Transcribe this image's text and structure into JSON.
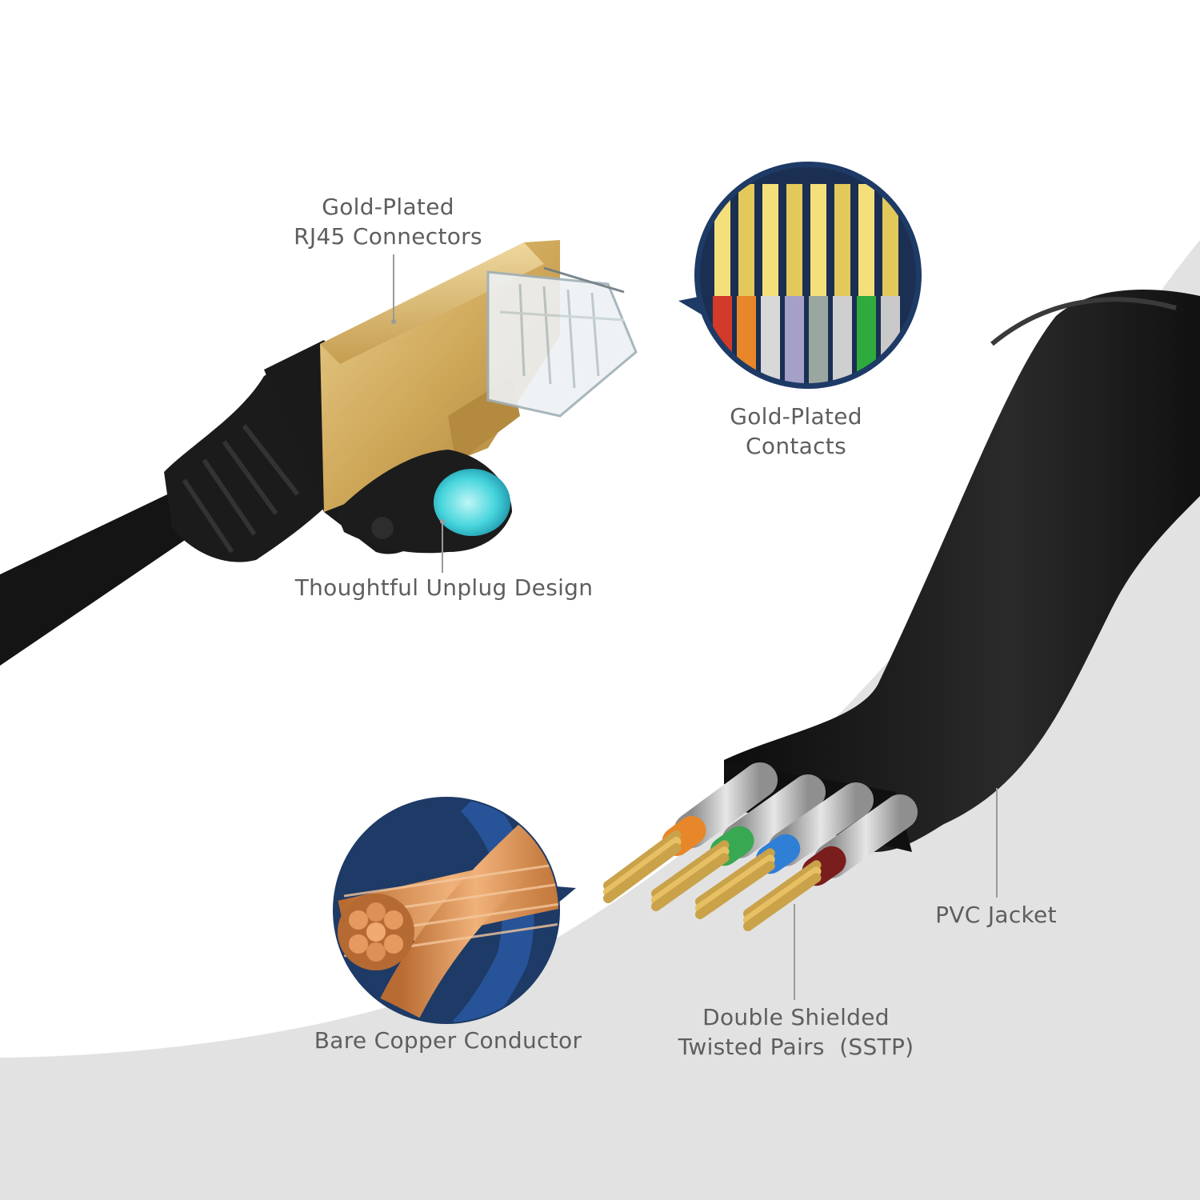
{
  "colors": {
    "background": "#ffffff",
    "floor_gray": "#e2e2e2",
    "cable_black": "#141414",
    "gold": "#d7b36a",
    "navy_badge": "#1e3a66",
    "copper": "#d9935a",
    "label_text": "#5e5e5e",
    "leader_line": "#9a9a9a"
  },
  "labels": {
    "rj45": [
      "Gold-Plated",
      "RJ45 Connectors"
    ],
    "contacts": [
      "Gold-Plated",
      "Contacts"
    ],
    "unplug": "Thoughtful Unplug Design",
    "copper": "Bare Copper Conductor",
    "sstp": [
      "Double Shielded",
      "Twisted Pairs  (SSTP)"
    ],
    "pvc": "PVC Jacket"
  },
  "pair_colors": [
    "#e8862a",
    "#39a852",
    "#2f7fd6",
    "#7a1d1d"
  ],
  "contact_wire_colors": [
    "#d33a2a",
    "#e8862a",
    "#d8d8d8",
    "#a5a0c8",
    "#9aa7a0",
    "#cfcfcf",
    "#2faa3c",
    "#c9c9c9"
  ],
  "icons": {
    "contacts_badge": "gold-contacts-closeup-icon",
    "copper_badge": "copper-strands-closeup-icon"
  }
}
